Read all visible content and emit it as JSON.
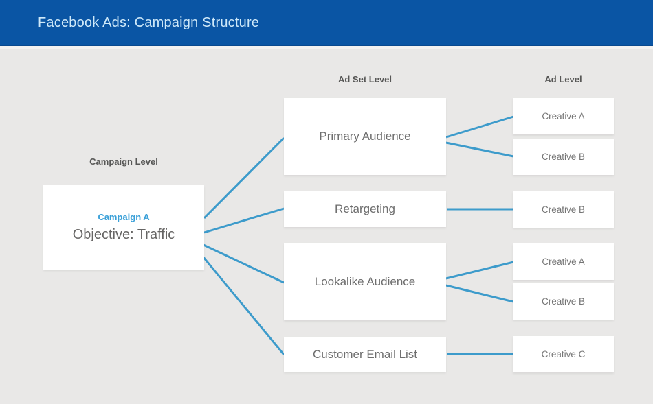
{
  "header": {
    "title": "Facebook Ads: Campaign Structure"
  },
  "columns": [
    {
      "label": "Campaign Level"
    },
    {
      "label": "Ad Set Level"
    },
    {
      "label": "Ad Level"
    }
  ],
  "campaign": {
    "name": "Campaign A",
    "objective": "Objective: Traffic"
  },
  "adsets": [
    {
      "label": "Primary Audience"
    },
    {
      "label": "Retargeting"
    },
    {
      "label": "Lookalike Audience"
    },
    {
      "label": "Customer Email List"
    }
  ],
  "ads": [
    {
      "label": "Creative A"
    },
    {
      "label": "Creative B"
    },
    {
      "label": "Creative B"
    },
    {
      "label": "Creative A"
    },
    {
      "label": "Creative B"
    },
    {
      "label": "Creative C"
    }
  ],
  "connections": [
    {
      "from": "Campaign A",
      "to": "Primary Audience"
    },
    {
      "from": "Campaign A",
      "to": "Retargeting"
    },
    {
      "from": "Campaign A",
      "to": "Lookalike Audience"
    },
    {
      "from": "Campaign A",
      "to": "Customer Email List"
    },
    {
      "from": "Primary Audience",
      "to": "Creative A"
    },
    {
      "from": "Primary Audience",
      "to": "Creative B"
    },
    {
      "from": "Retargeting",
      "to": "Creative B"
    },
    {
      "from": "Lookalike Audience",
      "to": "Creative A"
    },
    {
      "from": "Lookalike Audience",
      "to": "Creative B"
    },
    {
      "from": "Customer Email List",
      "to": "Creative C"
    }
  ],
  "colors": {
    "header_bg": "#0a55a4",
    "header_text": "#cfe9f9",
    "background": "#e9e8e7",
    "node_bg": "#ffffff",
    "connector": "#3d9bcb",
    "campaign_name": "#3aa0d8",
    "column_label": "#575756",
    "node_text": "#6e6e6e"
  }
}
